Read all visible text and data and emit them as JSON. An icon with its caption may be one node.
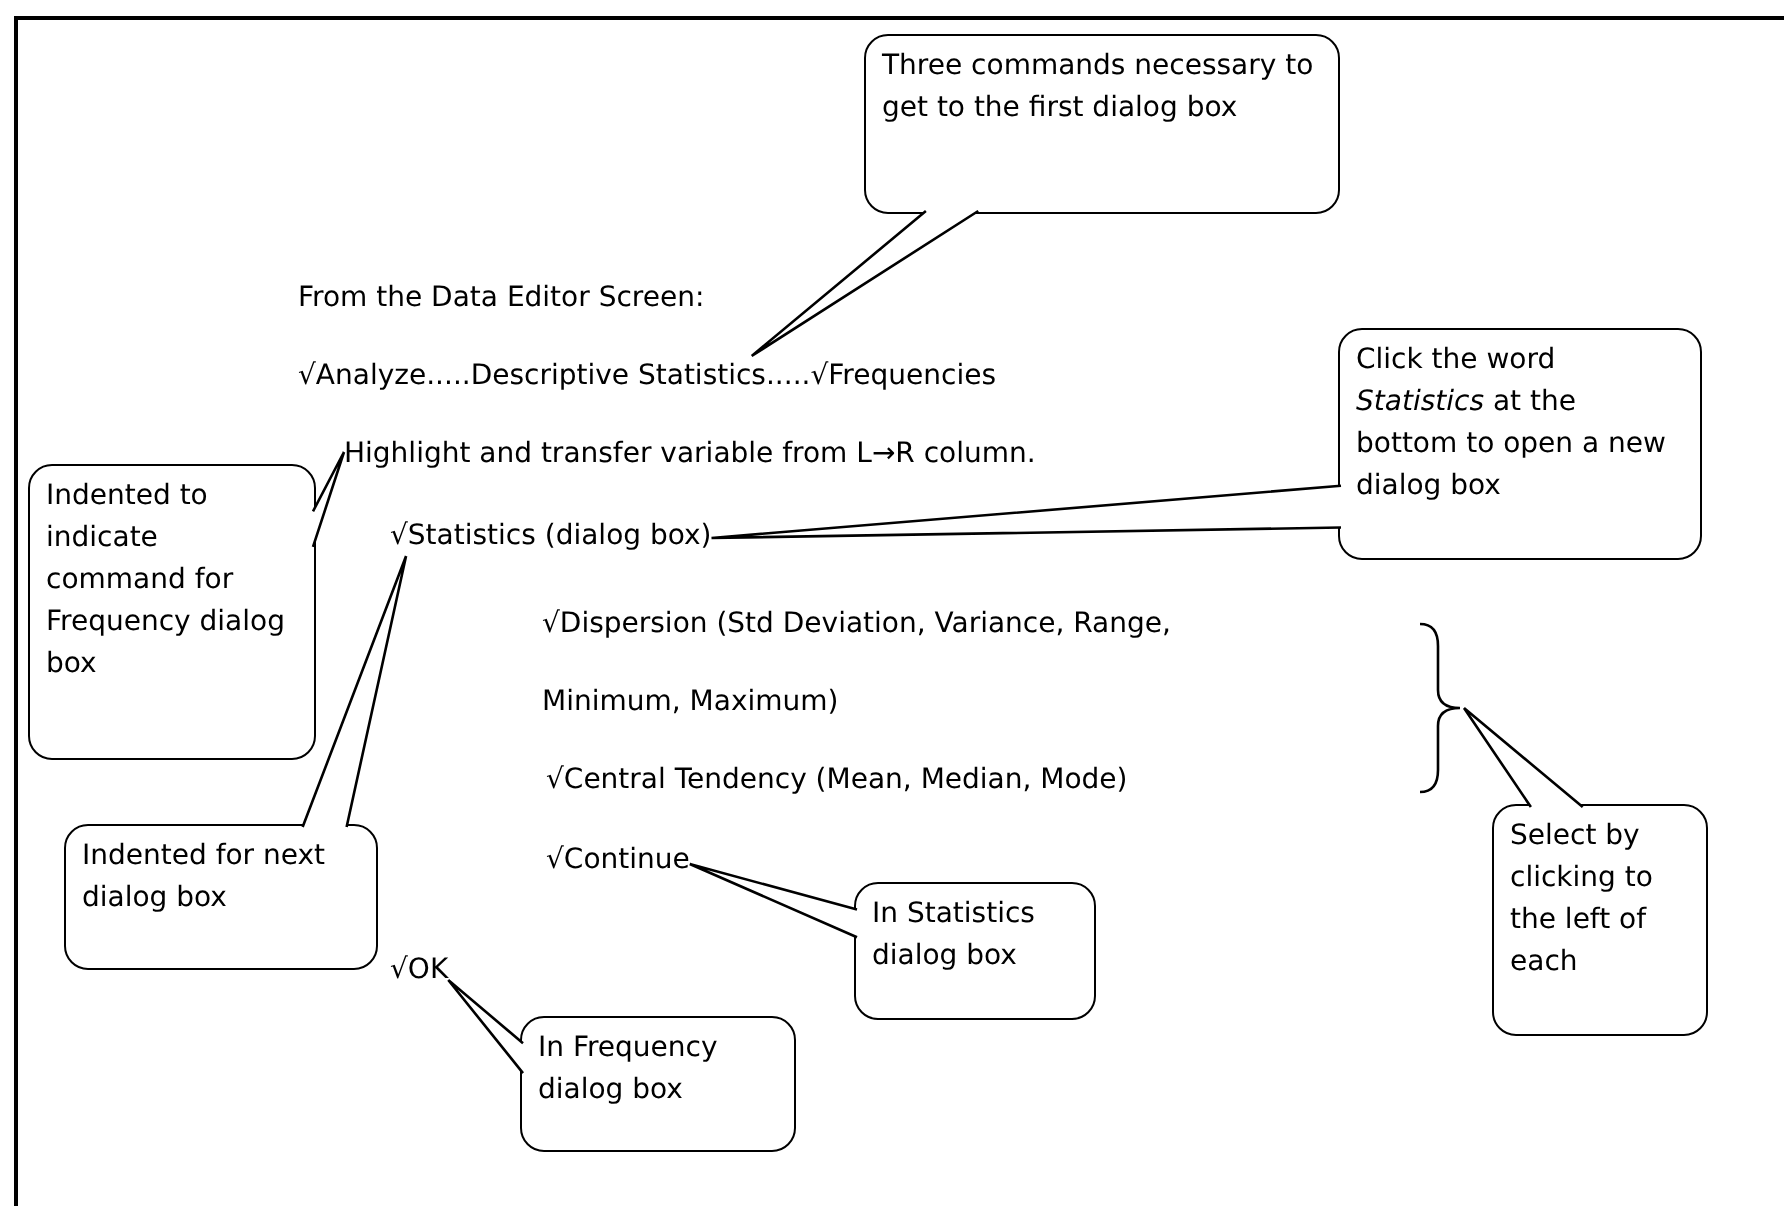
{
  "diagram": {
    "nodes": [
      {
        "text": [
          "Three commands necessary to get to the first dialog box"
        ]
      },
      {
        "text": [
          "√Analyze.....Descriptive Statistics.....√Frequencies"
        ]
      },
      {
        "text": [
          "Click the word *Statistics* at the bottom to open a new dialog box"
        ]
      },
      {
        "text": [
          "Highlight and transfer variable from L→R column."
        ]
      },
      {
        "text": [
          "Indented to indicate command for Frequency dialog box"
        ]
      },
      {
        "text": [
          "√Statistics (dialog box)"
        ]
      },
      {
        "text": [],
        "shape": "brace"
      },
      {
        "text": [
          "Select by clicking to the left of each"
        ]
      },
      {
        "text": [
          "Indented for next dialog box"
        ]
      },
      {
        "text": [
          "√Continue"
        ]
      },
      {
        "text": [
          "In Statistics dialog box"
        ]
      },
      {
        "text": [
          "√OK"
        ]
      },
      {
        "text": [
          "In Frequency dialog box"
        ]
      }
    ],
    "edges": [
      {
        "from": 0,
        "to": 1,
        "arrow": "none"
      },
      {
        "from": 4,
        "to": 3,
        "arrow": "none"
      },
      {
        "from": 2,
        "to": 5,
        "arrow": "none"
      },
      {
        "from": 8,
        "to": 5,
        "arrow": "none"
      },
      {
        "from": 7,
        "to": 6,
        "arrow": "none"
      },
      {
        "from": 10,
        "to": 9,
        "arrow": "none"
      },
      {
        "from": 12,
        "to": 11,
        "arrow": "none"
      }
    ],
    "labels": [
      "From the Data Editor Screen:",
      "√Dispersion (Std Deviation, Variance, Range, Minimum, Maximum)",
      "√Central Tendency (Mean, Median, Mode)"
    ]
  }
}
